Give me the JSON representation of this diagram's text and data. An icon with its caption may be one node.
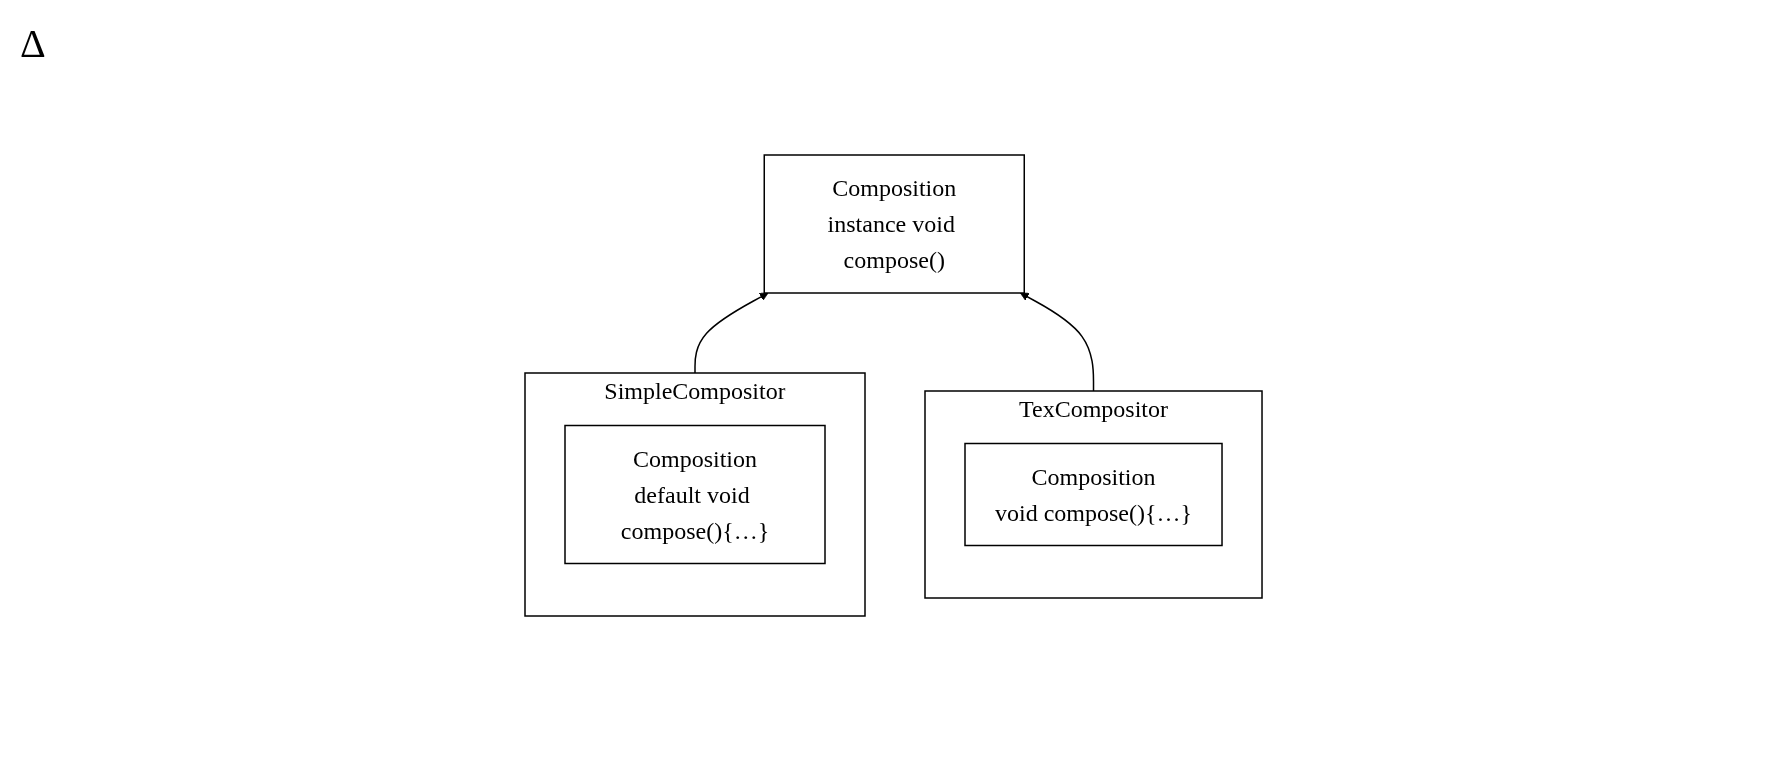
{
  "diagram": {
    "nodes": [
      {
        "text": [
          "Composition",
          "instance void compose()"
        ]
      },
      {
        "text": [
          "SimpleCompositor"
        ]
      },
      {
        "text": [
          "Composition",
          "default void compose(){…}"
        ],
        "in": 1
      },
      {
        "text": [
          "TexCompositor"
        ]
      },
      {
        "text": [
          "Composition",
          "void compose(){…}"
        ],
        "in": 3
      }
    ],
    "edges": [
      {
        "from": 1,
        "to": 0,
        "arrow": "to"
      },
      {
        "from": 3,
        "to": 0,
        "arrow": "to"
      }
    ],
    "labels": [
      "Δ"
    ]
  }
}
